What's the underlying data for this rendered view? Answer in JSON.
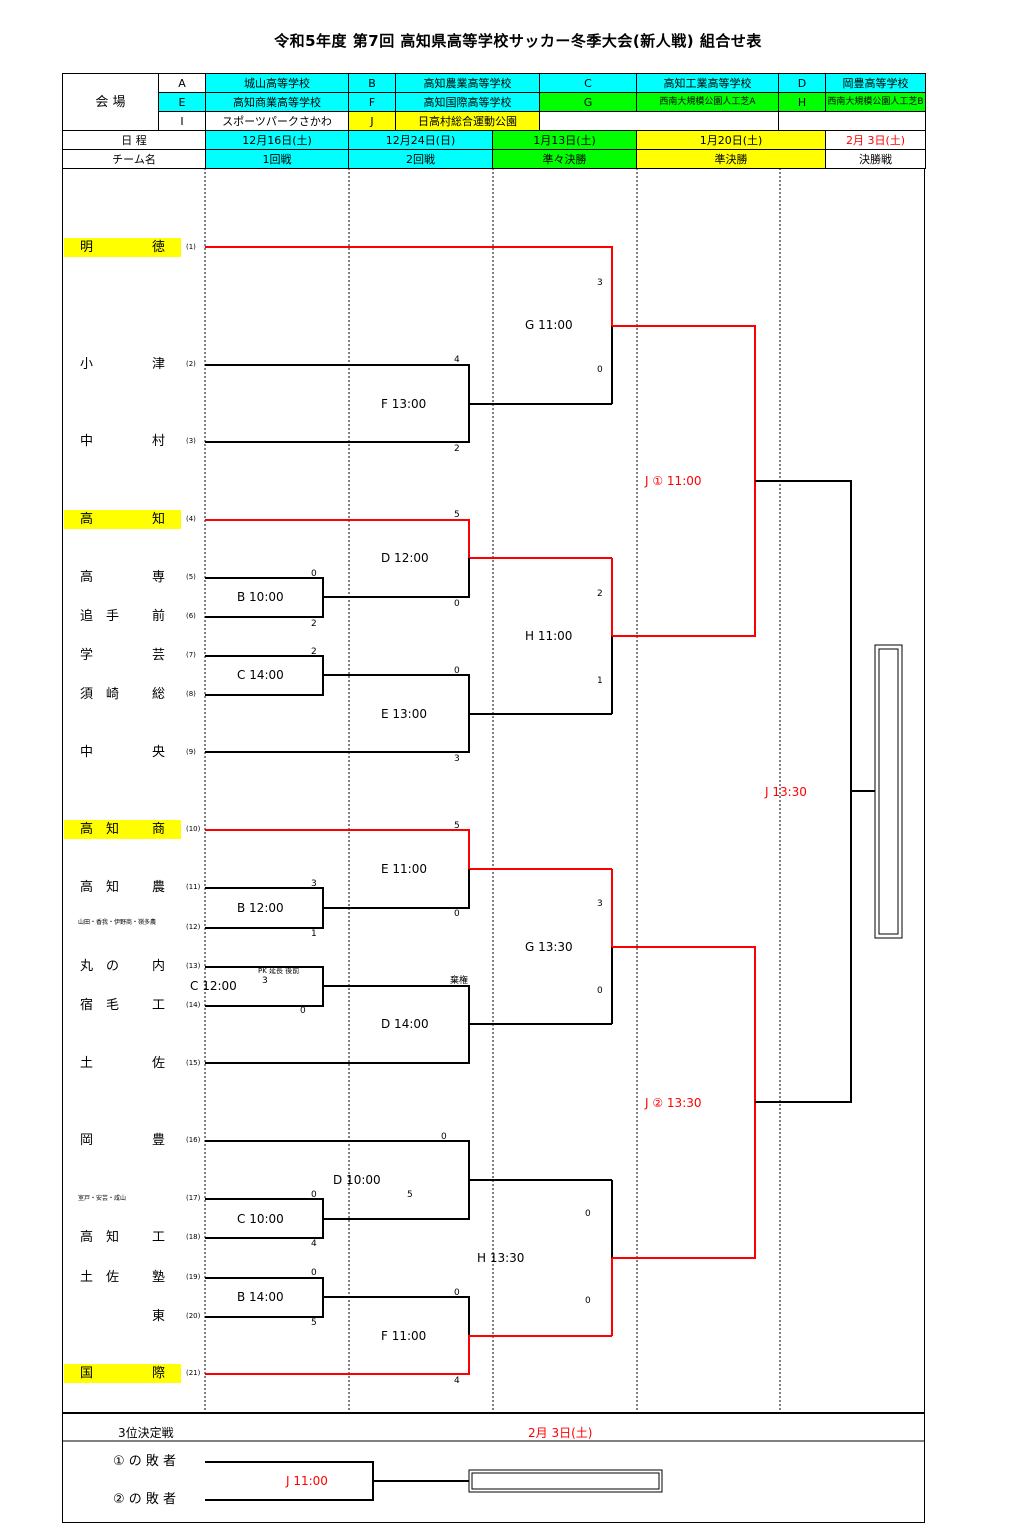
{
  "title": "令和5年度 第7回 高知県高等学校サッカー冬季大会(新人戦) 組合せ表",
  "header": {
    "venue_label": "会 場",
    "venues": [
      {
        "code": "A",
        "name": "城山高等学校"
      },
      {
        "code": "B",
        "name": "高知農業高等学校"
      },
      {
        "code": "C",
        "name": "高知工業高等学校"
      },
      {
        "code": "D",
        "name": "岡豊高等学校"
      },
      {
        "code": "E",
        "name": "高知商業高等学校"
      },
      {
        "code": "F",
        "name": "高知国際高等学校"
      },
      {
        "code": "G",
        "name": "西南大規模公園人工芝A"
      },
      {
        "code": "H",
        "name": "西南大規模公園人工芝B"
      },
      {
        "code": "I",
        "name": "スポーツパークさかわ"
      },
      {
        "code": "J",
        "name": "日高村総合運動公園"
      }
    ],
    "schedule_label": "日 程",
    "round_label": "チーム名",
    "dates": [
      "12月16日(土)",
      "12月24日(日)",
      "1月13日(土)",
      "1月20日(土)",
      "2月 3日(土)"
    ],
    "rounds": [
      "1回戦",
      "2回戦",
      "準々決勝",
      "準決勝",
      "決勝戦"
    ]
  },
  "teams": [
    {
      "n": "(1)",
      "a": "明",
      "b": "徳",
      "hl": true
    },
    {
      "n": "(2)",
      "a": "小",
      "b": "津",
      "hl": false
    },
    {
      "n": "(3)",
      "a": "中",
      "b": "村",
      "hl": false
    },
    {
      "n": "(4)",
      "a": "高",
      "b": "知",
      "hl": true
    },
    {
      "n": "(5)",
      "a": "高",
      "b": "専",
      "hl": false
    },
    {
      "n": "(6)",
      "a": "追　手",
      "b": "前",
      "hl": false
    },
    {
      "n": "(7)",
      "a": "学",
      "b": "芸",
      "hl": false
    },
    {
      "n": "(8)",
      "a": "須　崎",
      "b": "総",
      "hl": false
    },
    {
      "n": "(9)",
      "a": "中",
      "b": "央",
      "hl": false
    },
    {
      "n": "(10)",
      "a": "高　知",
      "b": "商",
      "hl": true
    },
    {
      "n": "(11)",
      "a": "高　知",
      "b": "農",
      "hl": false
    },
    {
      "n": "(12)",
      "a": "山田・香我・伊野商・嶺多農",
      "b": "",
      "hl": false
    },
    {
      "n": "(13)",
      "a": "丸　の",
      "b": "内",
      "hl": false
    },
    {
      "n": "(14)",
      "a": "宿　毛",
      "b": "工",
      "hl": false
    },
    {
      "n": "(15)",
      "a": "土",
      "b": "佐",
      "hl": false
    },
    {
      "n": "(16)",
      "a": "岡",
      "b": "豊",
      "hl": false
    },
    {
      "n": "(17)",
      "a": "室戸・安芸・咸山",
      "b": "",
      "hl": false
    },
    {
      "n": "(18)",
      "a": "高　知",
      "b": "工",
      "hl": false
    },
    {
      "n": "(19)",
      "a": "土　佐",
      "b": "塾",
      "hl": false
    },
    {
      "n": "(20)",
      "a": "",
      "b": "東",
      "hl": false
    },
    {
      "n": "(21)",
      "a": "国",
      "b": "際",
      "hl": true
    }
  ],
  "matches": [
    "G  11:00",
    "F  13:00",
    "J ① 11:00",
    "D  12:00",
    "B  10:00",
    "H  11:00",
    "C  14:00",
    "E  13:00",
    "J  13:30",
    "E  11:00",
    "B  12:00",
    "G  13:30",
    "C  12:00",
    "D  14:00",
    "J ② 13:30",
    "D  10:00",
    "C  10:00",
    "H  13:30",
    "B  14:00",
    "F  11:00"
  ],
  "scores": {
    "m1": [
      "3",
      "0"
    ],
    "m2": [
      "4",
      "2"
    ],
    "m4": [
      "5",
      "0"
    ],
    "m5": [
      "0",
      "2"
    ],
    "m6": [
      "2",
      "1"
    ],
    "m7": [
      "2",
      "0"
    ],
    "m8": [
      "0",
      "3"
    ],
    "m10": [
      "5",
      "0"
    ],
    "m11": [
      "3",
      "1"
    ],
    "m12": [
      "3",
      "0"
    ],
    "m13": [
      "3",
      "0"
    ],
    "m13pk": [
      "PK",
      "延長",
      "後前"
    ],
    "m14w": "棄権",
    "m16": [
      "0",
      "5"
    ],
    "m17": [
      "0",
      "4"
    ],
    "m18": [
      "0",
      "0"
    ],
    "m19": [
      "0",
      "5"
    ],
    "m20": [
      "0",
      "4"
    ]
  },
  "third_place": {
    "label": "3位決定戦",
    "date": "2月 3日(土)",
    "loser1": "① の 敗 者",
    "loser2": "② の 敗 者",
    "match": "J  11:00"
  },
  "colors": {
    "winner_line": "#ff0000",
    "cyan": "#00ffff",
    "green": "#00ff00",
    "yellow": "#ffff00"
  }
}
